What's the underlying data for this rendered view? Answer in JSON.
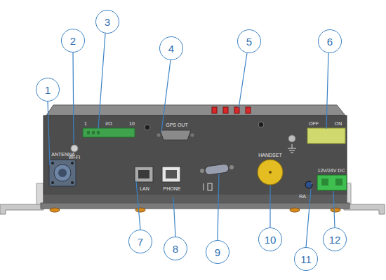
{
  "diagram": {
    "nodes": [
      {
        "text": [
          "1"
        ]
      },
      {
        "text": [
          "2"
        ]
      },
      {
        "text": [
          "3"
        ]
      },
      {
        "text": [
          "4"
        ]
      },
      {
        "text": [
          "5"
        ]
      },
      {
        "text": [
          "6"
        ]
      },
      {
        "text": [
          "7"
        ]
      },
      {
        "text": [
          "8"
        ]
      },
      {
        "text": [
          "9"
        ]
      },
      {
        "text": [
          "10"
        ]
      },
      {
        "text": [
          "11"
        ]
      },
      {
        "text": [
          "12"
        ]
      }
    ],
    "labels": [
      "ANTENNA",
      "Wi-Fi",
      "1",
      "I/O",
      "10",
      "GPS OUT",
      "OFF",
      "ON",
      "HANDSET",
      "LAN",
      "PHONE",
      "12V/24V DC",
      "-",
      "+",
      "RA"
    ]
  }
}
